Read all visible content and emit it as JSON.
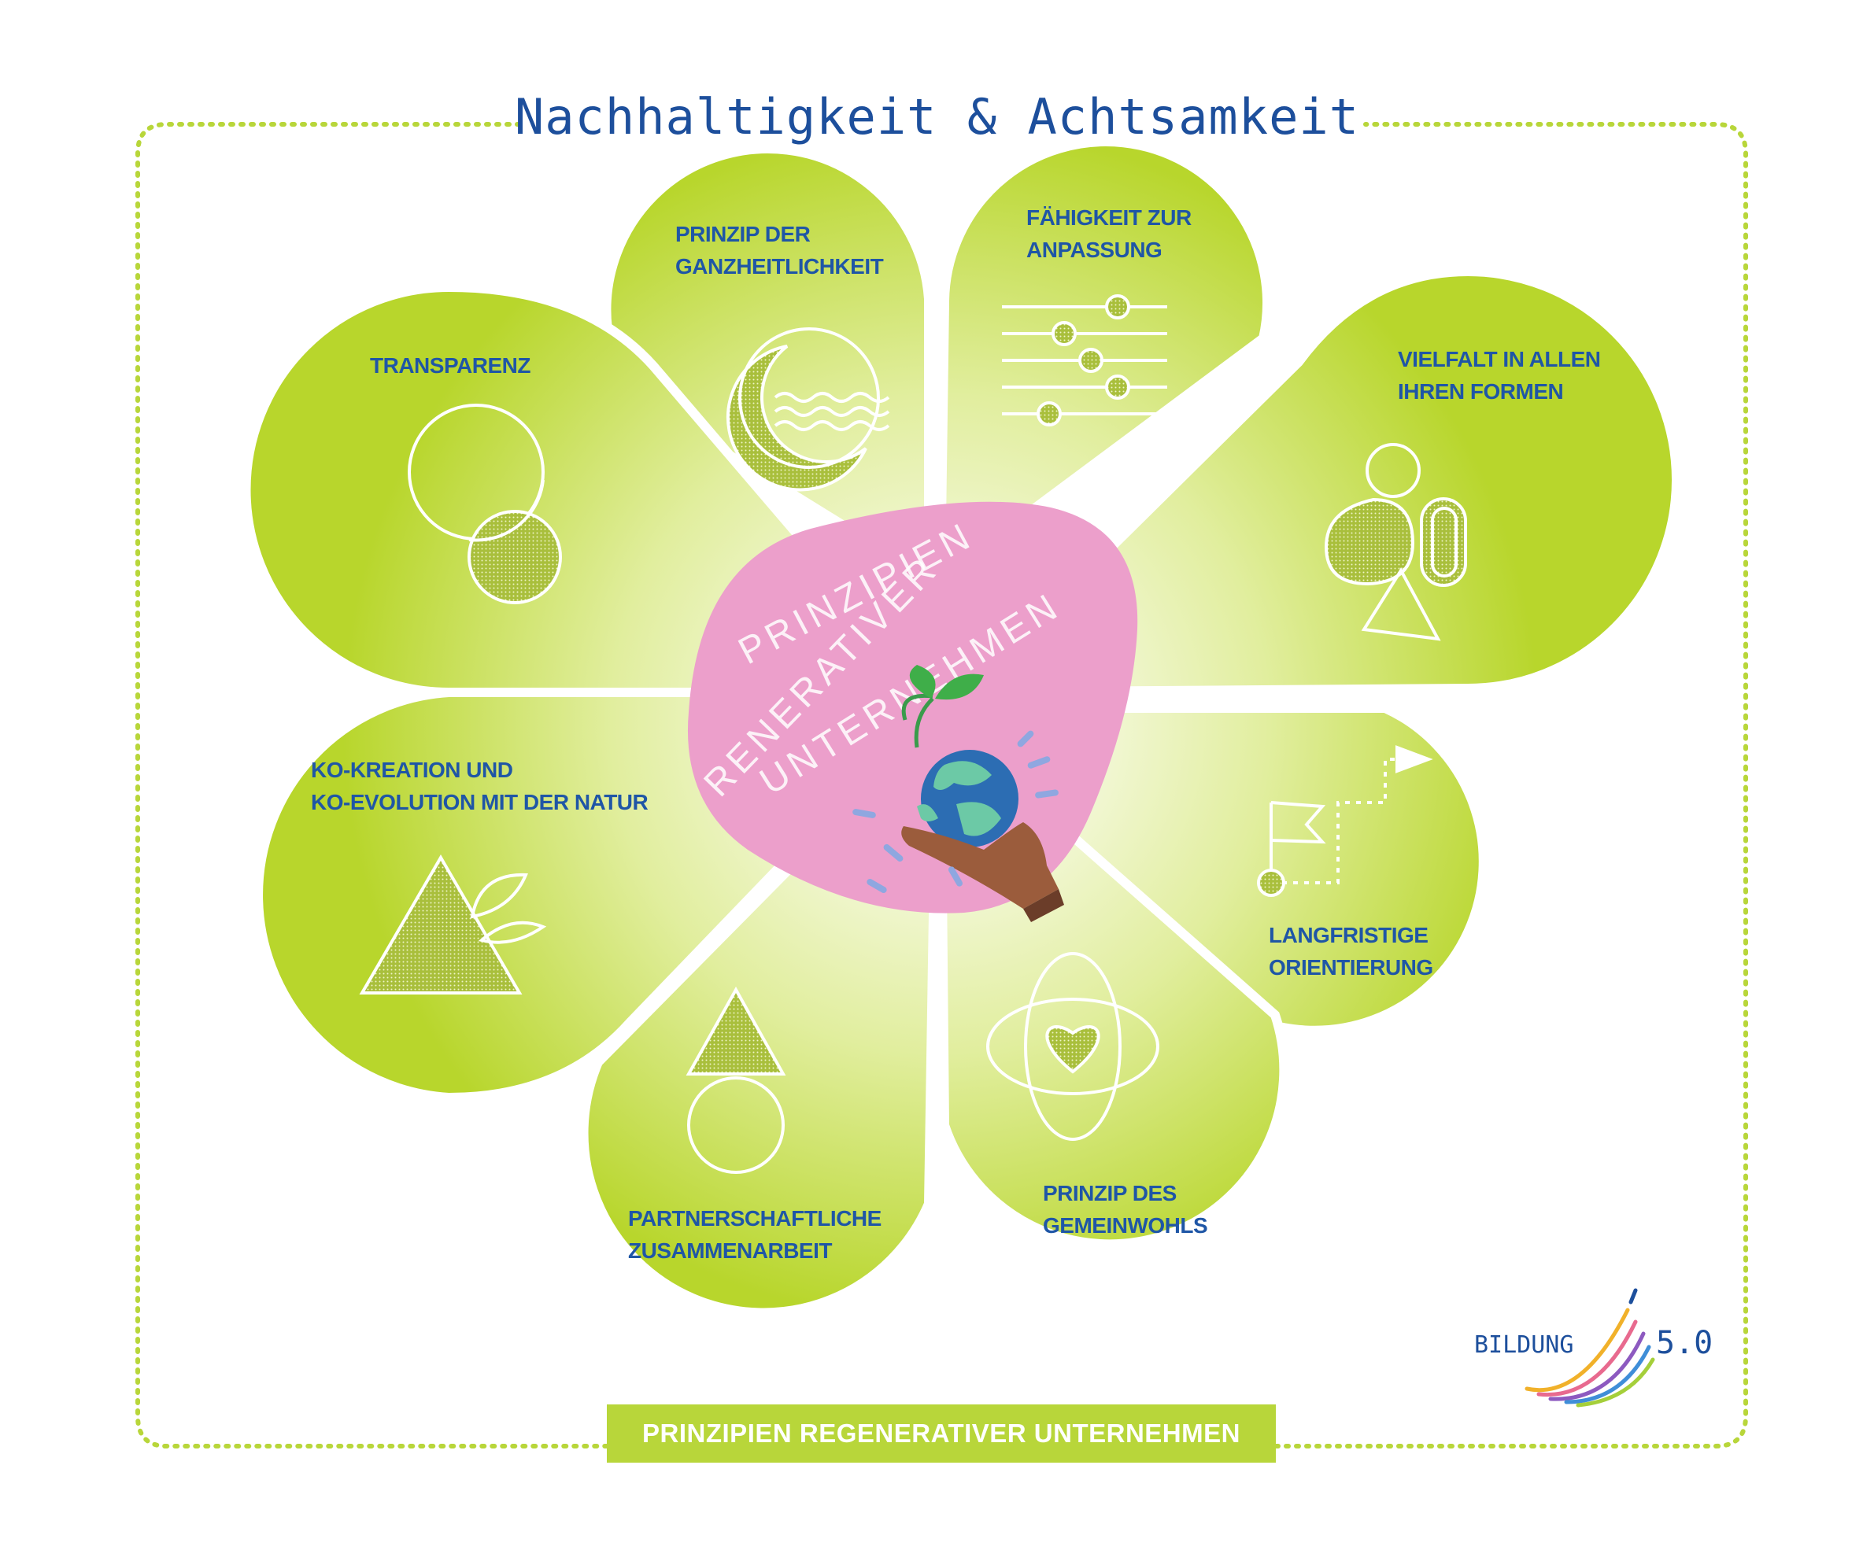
{
  "title": "Nachhaltigkeit & Achtsamkeit",
  "center": {
    "lines": [
      "PRINZIPIEN",
      "RENERATIVER",
      "UNTERNEHMEN"
    ]
  },
  "petals": [
    {
      "id": "ganzheitlichkeit",
      "lines": [
        "PRINZIP DER",
        "GANZHEITLICHKEIT"
      ],
      "icon": "crescent-waves-icon"
    },
    {
      "id": "anpassung",
      "lines": [
        "FÄHIGKEIT ZUR",
        "ANPASSUNG"
      ],
      "icon": "sliders-icon"
    },
    {
      "id": "vielfalt",
      "lines": [
        "VIELFALT IN ALLEN",
        "IHREN FORMEN"
      ],
      "icon": "shapes-diversity-icon"
    },
    {
      "id": "orientierung",
      "lines": [
        "LANGFRISTIGE",
        "ORIENTIERUNG"
      ],
      "icon": "flag-path-icon"
    },
    {
      "id": "gemeinwohl",
      "lines": [
        "PRINZIP DES",
        "GEMEINWOHLS"
      ],
      "icon": "heart-orbit-icon"
    },
    {
      "id": "partnerschaft",
      "lines": [
        "PARTNERSCHAFTLICHE",
        "ZUSAMMENARBEIT"
      ],
      "icon": "triangle-circle-icon"
    },
    {
      "id": "ko-kreation",
      "lines": [
        "KO-KREATION UND",
        "KO-EVOLUTION MIT DER NATUR"
      ],
      "icon": "triangle-leaves-icon"
    },
    {
      "id": "transparenz",
      "lines": [
        "TRANSPARENZ"
      ],
      "icon": "overlapping-circles-icon"
    }
  ],
  "footer": "PRINZIPIEN REGENERATIVER UNTERNEHMEN",
  "brand": {
    "word": "BILDUNG",
    "number": "5.0"
  },
  "colors": {
    "petal_green": "#c3dc3c",
    "petal_light": "#f7fae6",
    "center_pink": "#ec9fcb",
    "title_blue": "#1d4f9c",
    "label_blue": "#1f56a6",
    "frame_green": "#b8d63a"
  }
}
